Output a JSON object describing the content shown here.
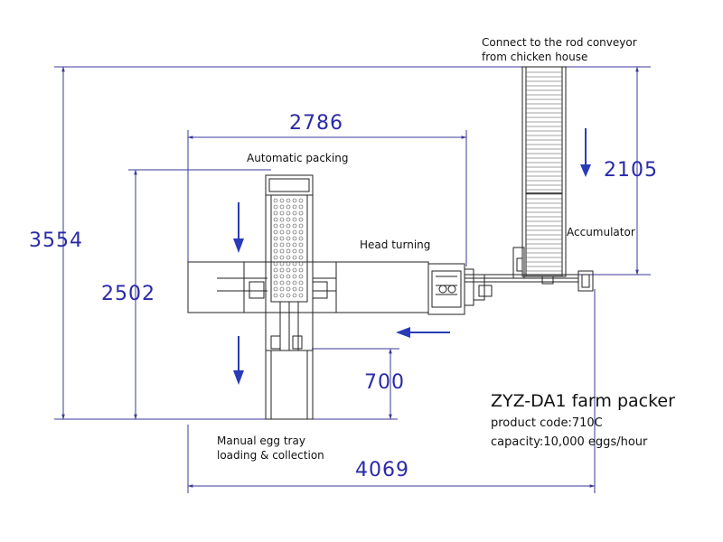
{
  "labels": {
    "conveyor_line1": "Connect to the rod conveyor",
    "conveyor_line2": "from chicken house",
    "automatic_packing": "Automatic packing",
    "head_turning": "Head turning",
    "accumulator": "Accumulator",
    "manual_line1": "Manual egg tray",
    "manual_line2": "loading & collection"
  },
  "dimensions": {
    "total_height": "3554",
    "width_top": "2786",
    "accumulator_height": "2105",
    "left_height": "2502",
    "bottom_height": "700",
    "total_width": "4069"
  },
  "product": {
    "title": "ZYZ-DA1 farm packer",
    "code": "product code:710C",
    "capacity": "capacity:10,000 eggs/hour"
  },
  "colors": {
    "arrow": "#2a3bb8",
    "line": "#222222",
    "dim_line": "#3a3a9a"
  }
}
